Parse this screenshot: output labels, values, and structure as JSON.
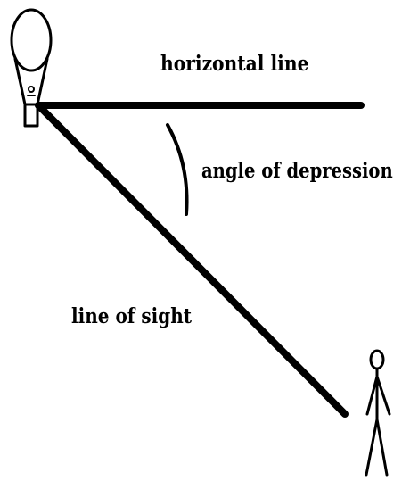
{
  "labels": {
    "horizontal_line": "horizontal line",
    "angle_of_depression": "angle of depression",
    "line_of_sight": "line of sight"
  },
  "colors": {
    "stroke": "#000000",
    "background": "#ffffff"
  },
  "icons": {
    "observer": "hot-air-balloon-icon",
    "target": "stick-figure-person-icon"
  }
}
